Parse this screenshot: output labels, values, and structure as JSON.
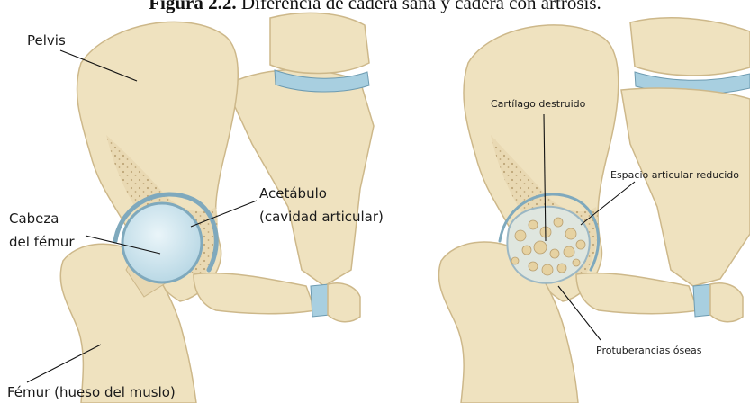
{
  "caption": {
    "number": "Figura 2.2.",
    "text": " Diferencia de cadera sana y cadera con artrosis."
  },
  "healthy_hip": {
    "pelvis": "Pelvis",
    "acetabulum_line1": "Acetábulo",
    "acetabulum_line2": "(cavidad articular)",
    "femoral_head_line1": "Cabeza",
    "femoral_head_line2": "del fémur",
    "femur": "Fémur (hueso del muslo)"
  },
  "arthritic_hip": {
    "destroyed_cartilage": "Cartílago destruido",
    "reduced_joint_space": "Espacio articular reducido",
    "bone_spurs": "Protuberancias óseas"
  },
  "colors": {
    "bone": "#efe2bf",
    "bone_shadow": "#dcc79a",
    "cartilage": "#cfe6ef",
    "cartilage_edge": "#7fa9bd"
  }
}
